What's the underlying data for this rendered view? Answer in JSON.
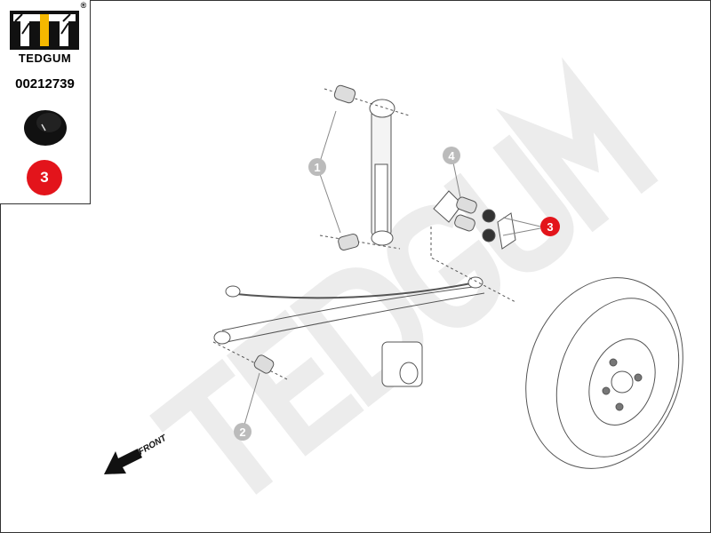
{
  "brand": {
    "name": "TEDGUM",
    "registered": "®",
    "part_number": "00212739",
    "accent": "#f5b800"
  },
  "highlight_badge": {
    "label": "3",
    "color": "#e3141b"
  },
  "watermark": "TEDGUM",
  "callouts": [
    {
      "label": "1",
      "highlighted": false
    },
    {
      "label": "2",
      "highlighted": false
    },
    {
      "label": "3",
      "highlighted": true
    },
    {
      "label": "4",
      "highlighted": false
    }
  ],
  "direction_label": "FRONT"
}
